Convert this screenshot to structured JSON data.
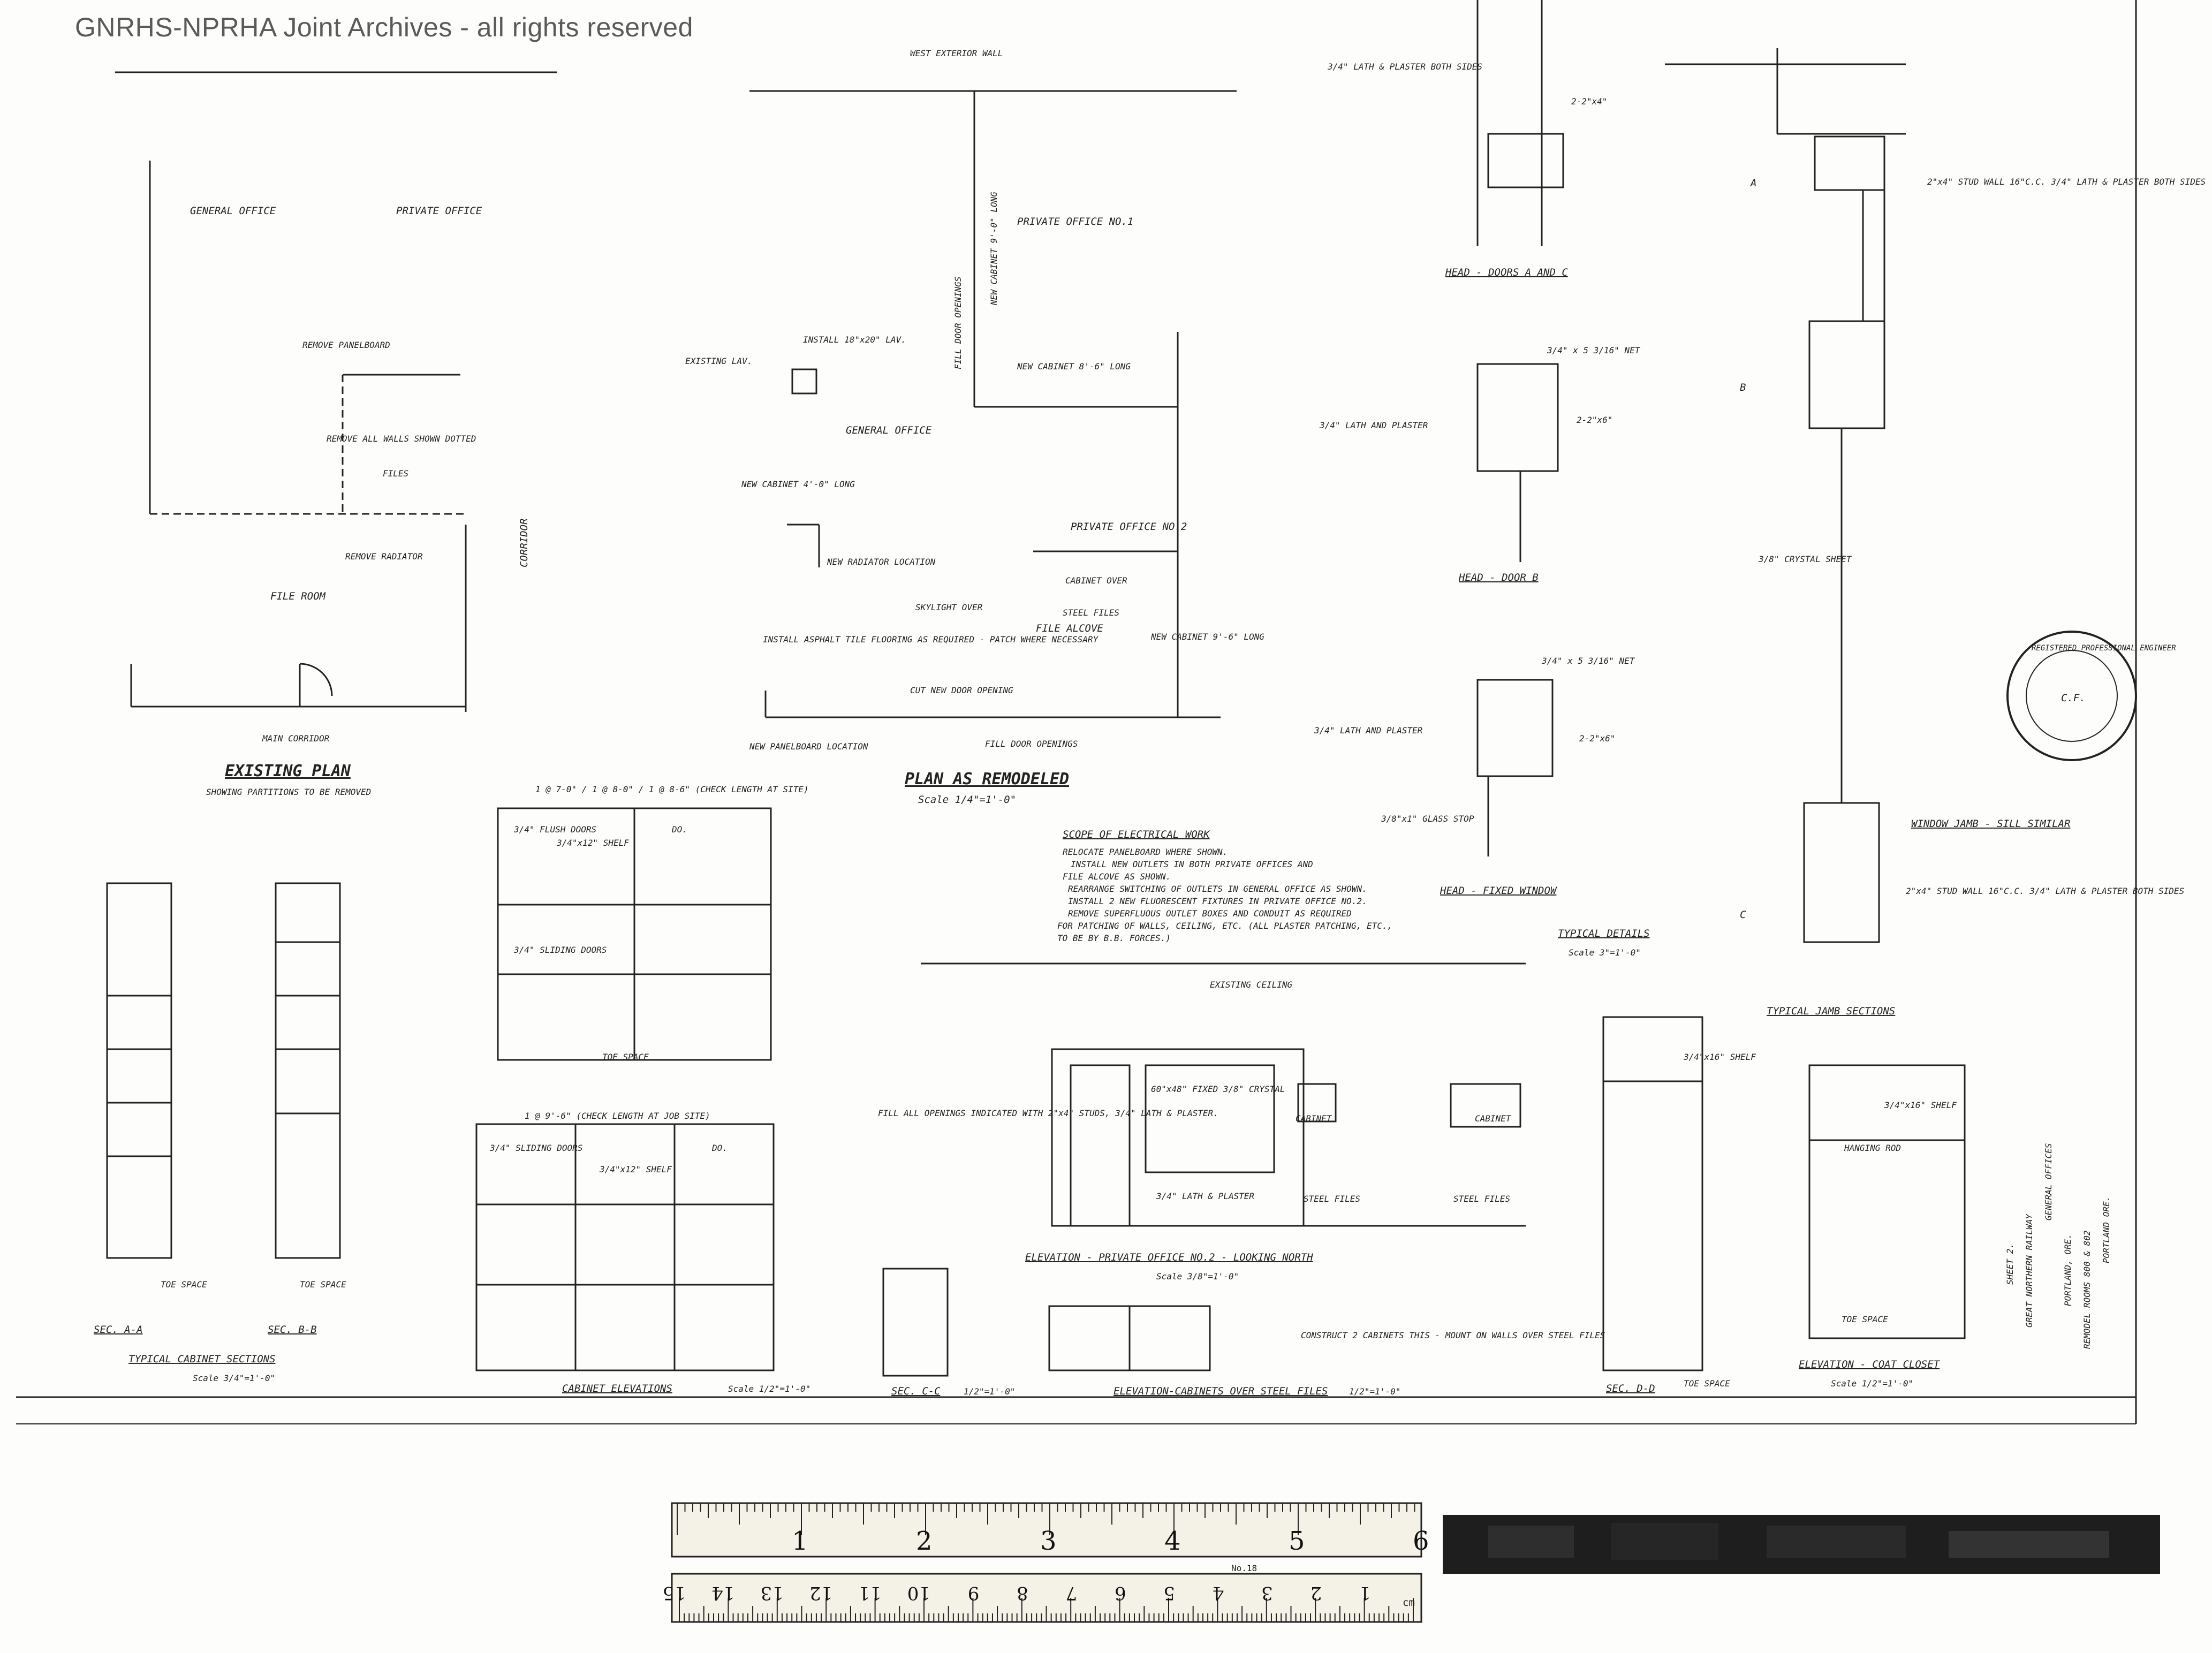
{
  "watermark": "GNRHS-NPRHA Joint Archives - all rights reserved",
  "existing_plan": {
    "room_general_office": "GENERAL OFFICE",
    "room_private_office": "PRIVATE OFFICE",
    "room_file_room": "FILE ROOM",
    "corridor": "CORRIDOR",
    "main_corridor": "MAIN CORRIDOR",
    "note_remove_panelboard": "REMOVE PANELBOARD",
    "note_remove_walls": "REMOVE ALL WALLS SHOWN DOTTED",
    "note_files": "FILES",
    "note_remove_radiator": "REMOVE RADIATOR",
    "title": "EXISTING PLAN",
    "subtitle": "SHOWING PARTITIONS TO BE REMOVED"
  },
  "remodeled_plan": {
    "west_wall": "WEST EXTERIOR WALL",
    "private_office_1": "PRIVATE OFFICE NO.1",
    "existing_lav": "EXISTING LAV.",
    "install_lav": "INSTALL 18\"x20\" LAV.",
    "new_cabinet_8": "NEW CABINET 8'-6\" LONG",
    "new_cabinet_vert": "NEW CABINET 9'-0\" LONG",
    "fill_openings_vert": "FILL DOOR OPENINGS",
    "general_office": "GENERAL OFFICE",
    "new_cabinet_4": "NEW CABINET 4'-0\" LONG",
    "private_office_2": "PRIVATE OFFICE NO.2",
    "new_radiator": "NEW RADIATOR LOCATION",
    "cabinet_over": "CABINET OVER",
    "skylight_over": "SKYLIGHT OVER",
    "steel_files": "STEEL FILES",
    "file_alcove": "FILE ALCOVE",
    "new_cabinet_9": "NEW CABINET 9'-6\" LONG",
    "install_asphalt": "INSTALL ASPHALT TILE FLOORING AS REQUIRED - PATCH WHERE NECESSARY",
    "cut_new_door": "CUT NEW DOOR OPENING",
    "fill_door_openings": "FILL DOOR OPENINGS",
    "new_panelboard": "NEW PANELBOARD LOCATION",
    "title": "PLAN AS REMODELED",
    "scale": "Scale 1/4\"=1'-0\""
  },
  "scope": {
    "title": "SCOPE OF ELECTRICAL WORK",
    "lines": [
      "RELOCATE PANELBOARD WHERE SHOWN.",
      "INSTALL NEW OUTLETS IN BOTH PRIVATE OFFICES AND",
      "FILE ALCOVE AS SHOWN.",
      "REARRANGE SWITCHING OF OUTLETS IN GENERAL OFFICE AS SHOWN.",
      "INSTALL 2 NEW FLUORESCENT FIXTURES IN PRIVATE OFFICE NO.2.",
      "REMOVE SUPERFLUOUS OUTLET BOXES AND CONDUIT AS REQUIRED",
      "FOR PATCHING OF WALLS, CEILING, ETC. (ALL PLASTER PATCHING, ETC.,",
      "TO BE BY B.B. FORCES.)"
    ]
  },
  "cabinets": {
    "sec_a": "SEC. A-A",
    "sec_b": "SEC. B-B",
    "typical_title": "TYPICAL CABINET SECTIONS",
    "typical_scale": "Scale 3/4\"=1'-0\"",
    "flush_doors": "3/4\" FLUSH DOORS",
    "sliding_doors": "3/4\" SLIDING DOORS",
    "shelf": "3/4\"x12\" SHELF",
    "toe_space": "TOE SPACE",
    "do": "DO.",
    "check_length_a": "1 @ 7-0\" / 1 @ 8-0\" / 1 @ 8-6\" (CHECK LENGTH AT SITE)",
    "check_length_b": "1 @ 9'-6\" (CHECK LENGTH AT JOB SITE)",
    "elev_title": "CABINET ELEVATIONS",
    "elev_scale": "Scale 1/2\"=1'-0\"",
    "sec_c": "SEC. C-C",
    "sec_c_scale": "1/2\"=1'-0\"",
    "cab_elev_title": "ELEVATION-CABINETS OVER STEEL FILES",
    "cab_elev_scale": "1/2\"=1'-0\"",
    "construct_note": "CONSTRUCT 2 CABINETS THIS - MOUNT ON WALLS OVER STEEL FILES"
  },
  "elevation": {
    "existing_ceiling": "EXISTING CEILING",
    "fill_openings": "FILL ALL OPENINGS INDICATED WITH 2\"x4\" STUDS, 3/4\" LATH & PLASTER.",
    "glass": "60\"x48\" FIXED 3/8\" CRYSTAL",
    "lath": "3/4\" LATH & PLASTER",
    "steel_files": "STEEL FILES",
    "cabinet": "CABINET",
    "title": "ELEVATION - PRIVATE OFFICE NO.2 - LOOKING NORTH",
    "scale": "Scale 3/8\"=1'-0\""
  },
  "details": {
    "lath_both": "3/4\" LATH & PLASTER BOTH SIDES",
    "stud_2x4": "2-2\"x4\"",
    "head_doors_ac": "HEAD - DOORS A AND C",
    "net_dim": "3/4\" x 5 3/16\" NET",
    "lath_plaster": "3/4\" LATH AND PLASTER",
    "stud_2x6": "2-2\"x6\"",
    "head_door_b": "HEAD - DOOR B",
    "glass_stop": "3/8\"x1\" GLASS STOP",
    "head_fixed_window": "HEAD - FIXED WINDOW",
    "typical_title": "TYPICAL DETAILS",
    "typical_scale": "Scale 3\"=1'-0\"",
    "stud_wall": "2\"x4\" STUD WALL 16\"C.C. 3/4\" LATH & PLASTER BOTH SIDES",
    "crystal_sheet": "3/8\" CRYSTAL SHEET",
    "window_jamb": "WINDOW JAMB - SILL SIMILAR",
    "jamb_title": "TYPICAL JAMB SECTIONS",
    "tag_a": "A",
    "tag_b": "B",
    "tag_c": "C"
  },
  "coat_closet": {
    "shelf": "3/4\"x16\" SHELF",
    "hanging_rod": "HANGING ROD",
    "sec_d": "SEC. D-D",
    "toe_space": "TOE SPACE",
    "title": "ELEVATION - COAT CLOSET",
    "scale": "Scale 1/2\"=1'-0\""
  },
  "title_block": {
    "lines": [
      "SHEET 2.",
      "GREAT NORTHERN RAILWAY",
      "GENERAL OFFICES",
      "PORTLAND, ORE.",
      "REMODEL ROOMS 800 & 802",
      "PORTLAND ORE."
    ]
  },
  "stamp": {
    "ring": "REGISTERED PROFESSIONAL ENGINEER",
    "center": "C.F."
  },
  "ruler": {
    "inch_marks": [
      "1",
      "2",
      "3",
      "4",
      "5",
      "6"
    ],
    "cm_marks": [
      "1",
      "2",
      "3",
      "4",
      "5",
      "6",
      "7",
      "8",
      "9",
      "10",
      "11",
      "12",
      "13",
      "14",
      "15"
    ],
    "cm_unit": "cm",
    "number": "No.18"
  }
}
